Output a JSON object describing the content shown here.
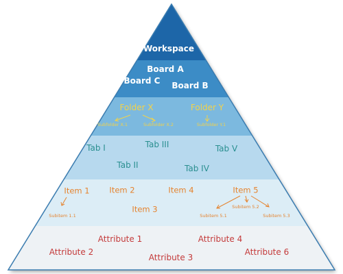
{
  "workspace": "Workspace",
  "boards": [
    "Board A",
    "Board C",
    "Board B"
  ],
  "folders": [
    "Folder X",
    "Folder Y"
  ],
  "subfolders": [
    "Subfolder X.1",
    "Subfolder X.2",
    "Subfolder Y.1"
  ],
  "tabs": [
    "Tab I",
    "Tab III",
    "Tab V",
    "Tab II",
    "Tab IV"
  ],
  "items": [
    "Item 1",
    "Item 2",
    "Item 4",
    "Item 5",
    "Item 3"
  ],
  "subitems": [
    "Subitem 1.1",
    "Subitem 5.1",
    "Subitem 5.2",
    "Subitem 5.3"
  ],
  "attributes": [
    "Attribute 1",
    "Attribute 4",
    "Attribute 2",
    "Attribute 3",
    "Attribute 6"
  ],
  "colors": {
    "tier_workspace": "#1d66a8",
    "tier_boards": "#3c8cc6",
    "tier_folders": "#7cb9df",
    "tier_tabs": "#b7d9ee",
    "tier_items": "#dcedf6",
    "tier_attributes": "#eef2f5",
    "outline": "#3a7cb0",
    "folder_text": "#f2d24a",
    "tab_text": "#2a8f90",
    "item_text": "#e5832e",
    "attribute_text": "#c43a3a"
  }
}
